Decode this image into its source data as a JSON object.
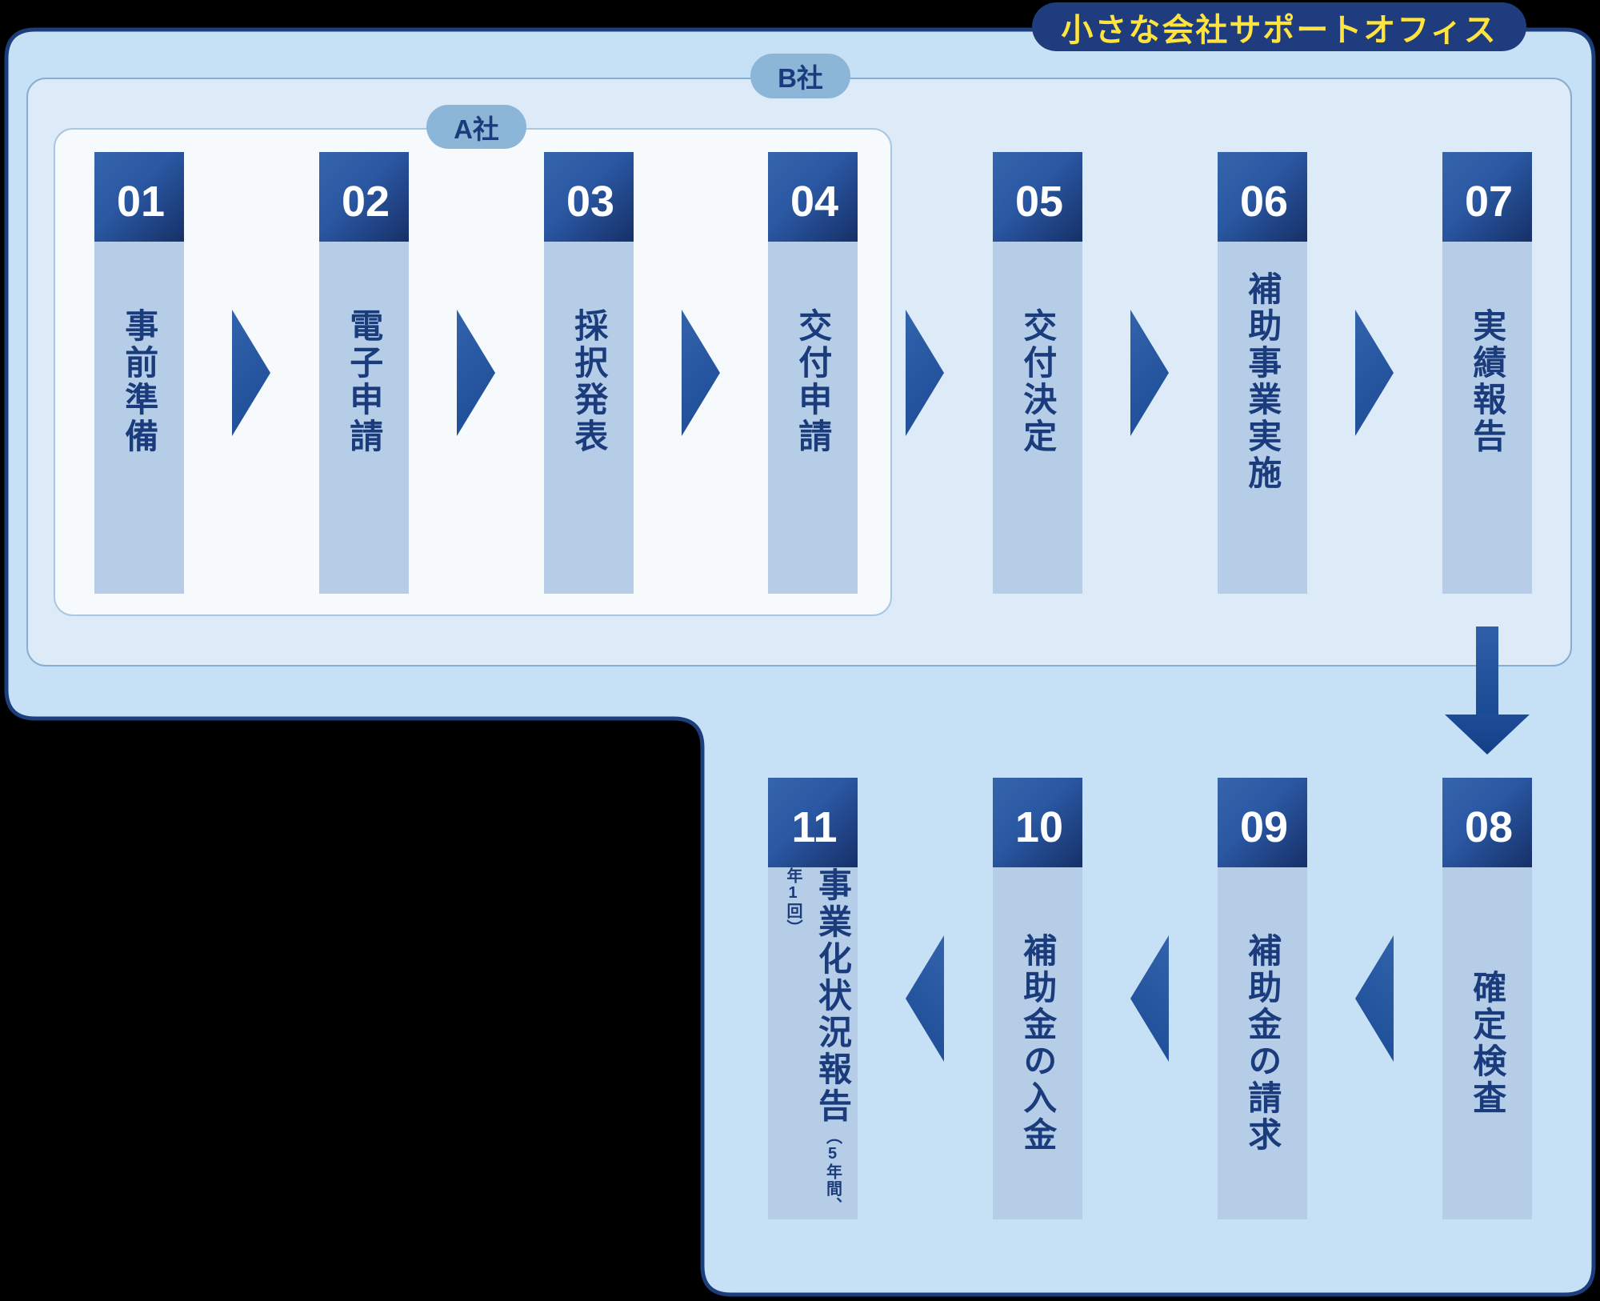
{
  "badge": {
    "label": "小さな会社サポートオフィス"
  },
  "groups": {
    "company_a": "A社",
    "company_b": "B社"
  },
  "steps": [
    {
      "num": "01",
      "label": "事前準備"
    },
    {
      "num": "02",
      "label": "電子申請"
    },
    {
      "num": "03",
      "label": "採択発表"
    },
    {
      "num": "04",
      "label": "交付申請"
    },
    {
      "num": "05",
      "label": "交付決定"
    },
    {
      "num": "06",
      "label": "補助事業実施"
    },
    {
      "num": "07",
      "label": "実績報告"
    },
    {
      "num": "08",
      "label": "確定検査"
    },
    {
      "num": "09",
      "label": "補助金の請求"
    },
    {
      "num": "10",
      "label": "補助金の入金"
    },
    {
      "num": "11",
      "label": "事業化状況報告",
      "note": "（5年間、年1回）"
    }
  ],
  "colors": {
    "outer_fill": "#c6e1f5",
    "outer_border": "#1c3e7d",
    "box_b_fill": "#dcebf7",
    "box_b_border": "#86aed2",
    "box_a_fill": "#f6fafd",
    "pill_fill": "#8cb6d8",
    "badge_fill": "#1e3c7e",
    "badge_text": "#ffe33f",
    "header_gradient_start": "#3565ac",
    "header_gradient_end": "#163067",
    "column_body": "#b6cde7",
    "label_text": "#1b3c7c",
    "arrow": "#1c4a94",
    "number_text": "#ffffff"
  }
}
